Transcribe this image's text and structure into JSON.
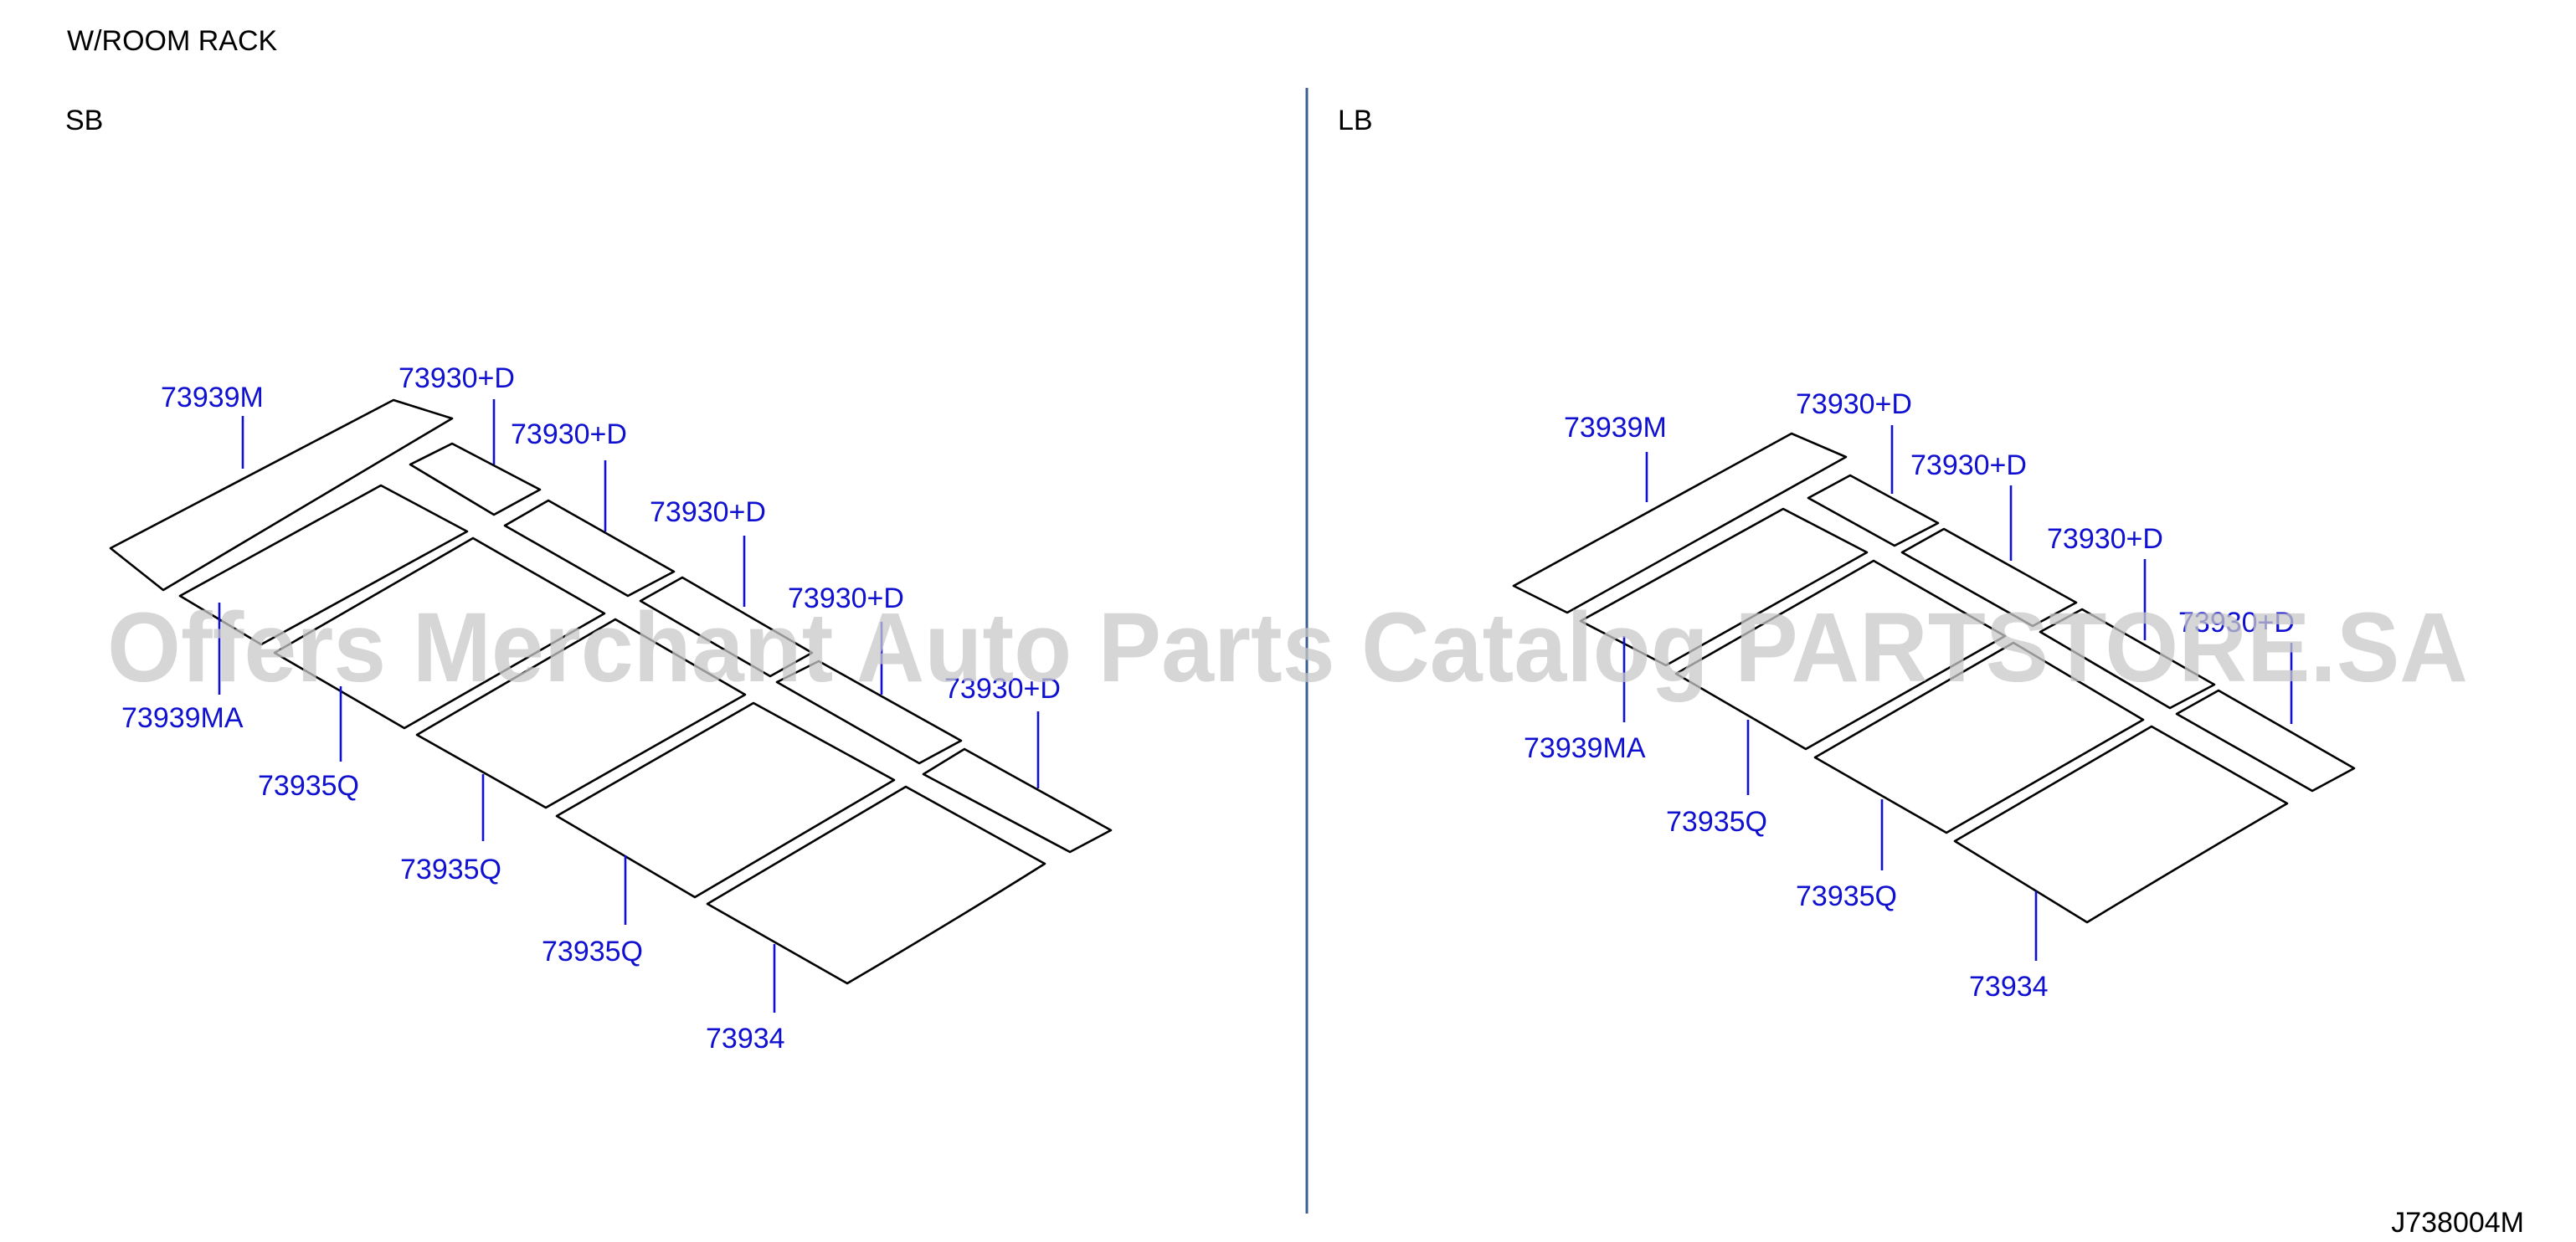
{
  "title": "W/ROOM   RACK",
  "code": "J738004M",
  "watermark": "Offers Merchant Auto Parts Catalog PARTSTORE.SA",
  "colors": {
    "label": "#1010d0",
    "divider": "#3a5f8f",
    "outline": "#000000"
  },
  "views": [
    {
      "label": "SB",
      "parts": [
        "73939M",
        "73930+D",
        "73930+D",
        "73930+D",
        "73930+D",
        "73930+D",
        "73939MA",
        "73935Q",
        "73935Q",
        "73935Q",
        "73934"
      ]
    },
    {
      "label": "LB",
      "parts": [
        "73939M",
        "73930+D",
        "73930+D",
        "73930+D",
        "73930+D",
        "73939MA",
        "73935Q",
        "73935Q",
        "73934"
      ]
    }
  ]
}
